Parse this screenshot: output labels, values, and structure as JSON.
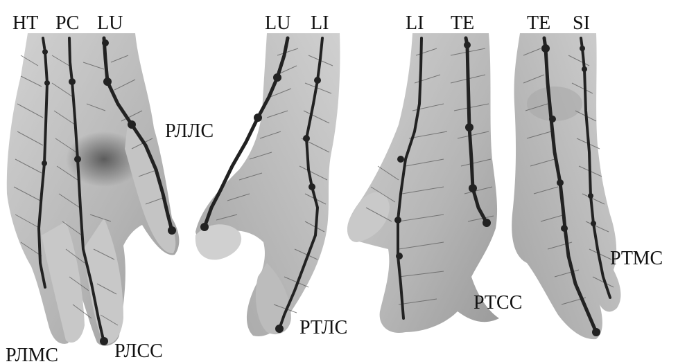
{
  "meridian_labels": {
    "ht": "HT",
    "pc": "PC",
    "lu_1": "LU",
    "lu_2": "LU",
    "li_1": "LI",
    "li_2": "LI",
    "te_1": "TE",
    "te_2": "TE",
    "si": "SI"
  },
  "region_labels": {
    "rlls": "РЛЛС",
    "rlms": "РЛМС",
    "rlss": "РЛСС",
    "rtls": "РТЛС",
    "rtss": "РТСС",
    "rtms": "РТМС"
  },
  "colors": {
    "background": "#ffffff",
    "skin": "#bdbdbd",
    "skin_shadow": "#8a8a8a",
    "meridian_line": "#222222",
    "label_text": "#111111"
  }
}
